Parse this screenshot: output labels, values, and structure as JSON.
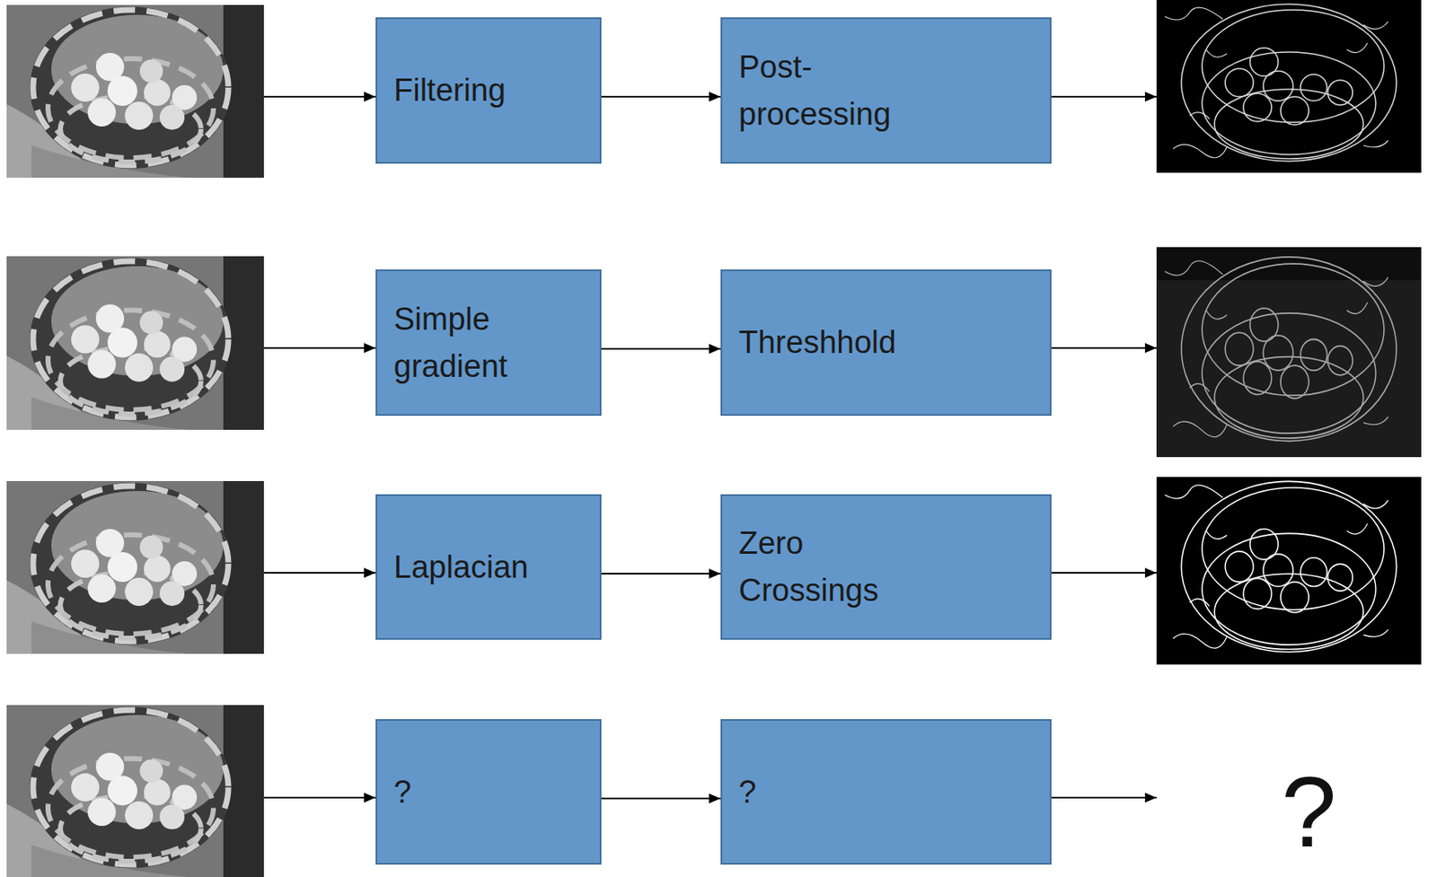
{
  "diagram": {
    "nodes": [
      {
        "text": [
          "Filtering"
        ]
      },
      {
        "text": [
          "Post- processing"
        ]
      },
      {
        "text": [
          "Simple gradient"
        ]
      },
      {
        "text": [
          "Threshhold"
        ]
      },
      {
        "text": [
          "Laplacian"
        ]
      },
      {
        "text": [
          "Zero Crossings"
        ]
      },
      {
        "text": [
          "?"
        ]
      },
      {
        "text": [
          "?"
        ]
      }
    ],
    "edges": [
      {
        "from": 0,
        "to": 1,
        "arrow": "to"
      },
      {
        "from": 2,
        "to": 3,
        "arrow": "to"
      },
      {
        "from": 4,
        "to": 5,
        "arrow": "to"
      },
      {
        "from": 6,
        "to": 7,
        "arrow": "to"
      }
    ],
    "labels": [
      "?"
    ]
  }
}
